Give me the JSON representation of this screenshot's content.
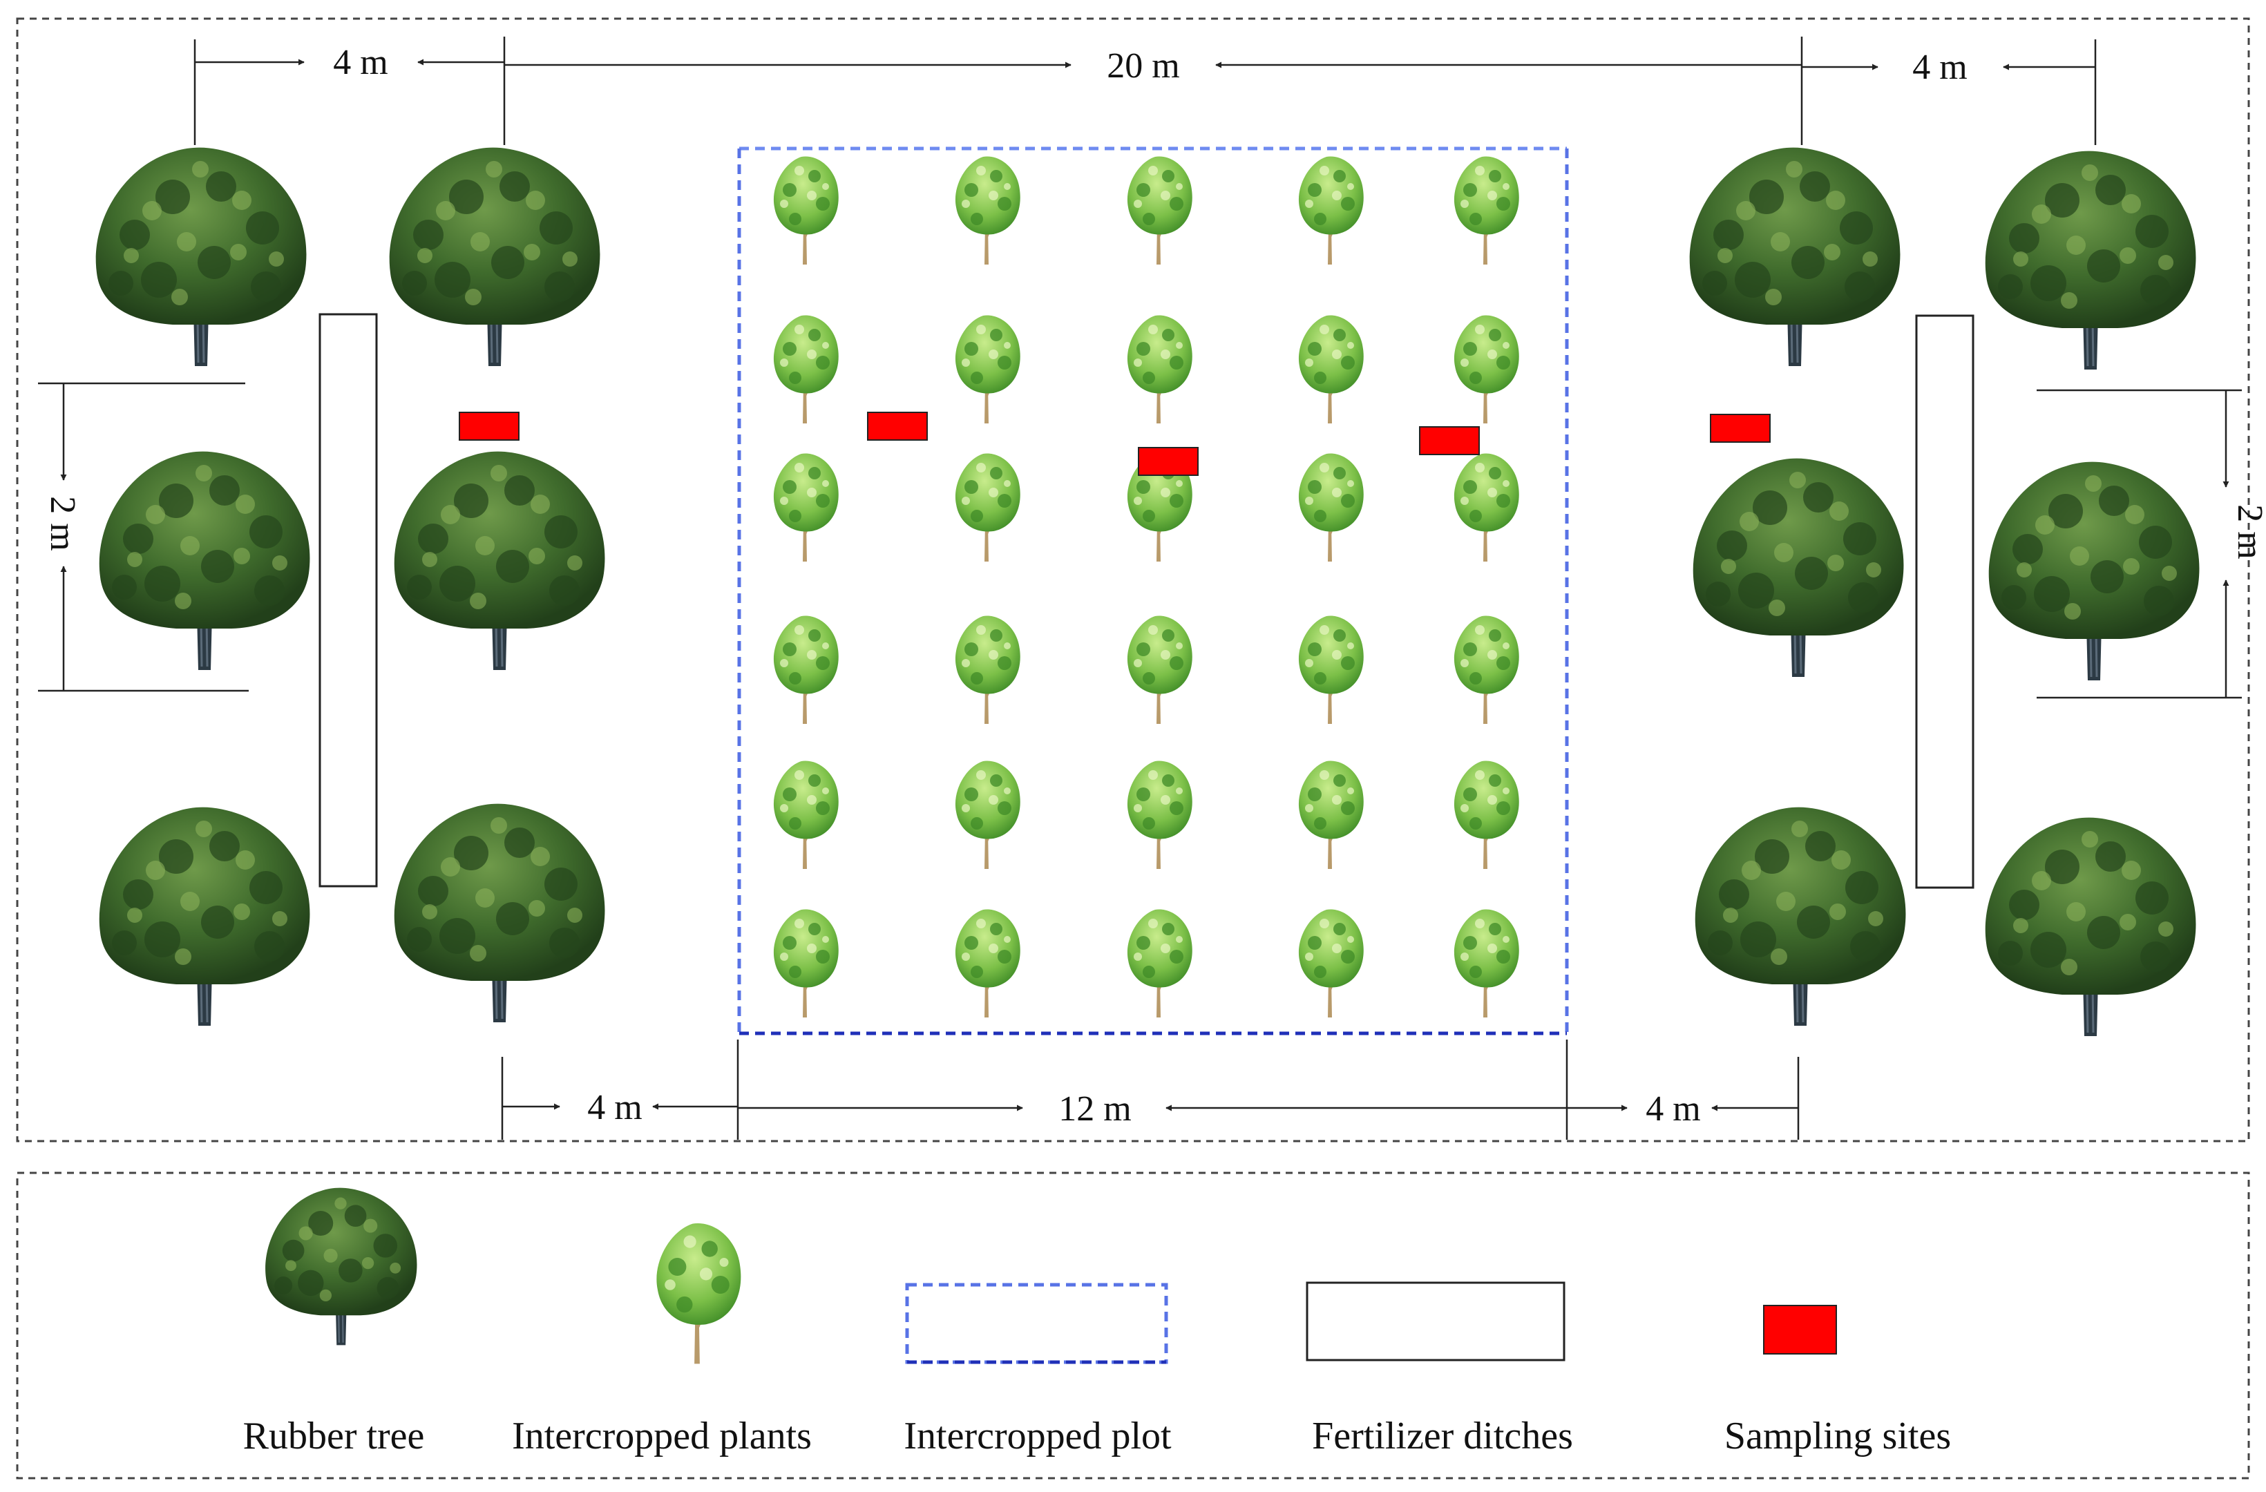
{
  "dimensions": {
    "top_left": "4 m",
    "top_center": "20 m",
    "top_right": "4 m",
    "bottom_left": "4 m",
    "bottom_center": "12 m",
    "bottom_right": "4 m",
    "left_vertical": "2 m",
    "right_vertical": "2 m"
  },
  "legend": {
    "rubber_tree": "Rubber tree",
    "intercropped_plants": "Intercropped plants",
    "intercropped_plot": "Intercropped plot",
    "fertilizer_ditches": "Fertilizer ditches",
    "sampling_sites": "Sampling sites"
  },
  "colors": {
    "plot_border": "#3a57d8",
    "sampling_site": "#ff0000",
    "rubber_crown": "#3b6a2a",
    "intercrop_leaf": "#7cc048"
  },
  "icons": {
    "rubber_tree": "rubber-tree-icon",
    "intercropped_plant": "intercropped-plant-icon"
  }
}
